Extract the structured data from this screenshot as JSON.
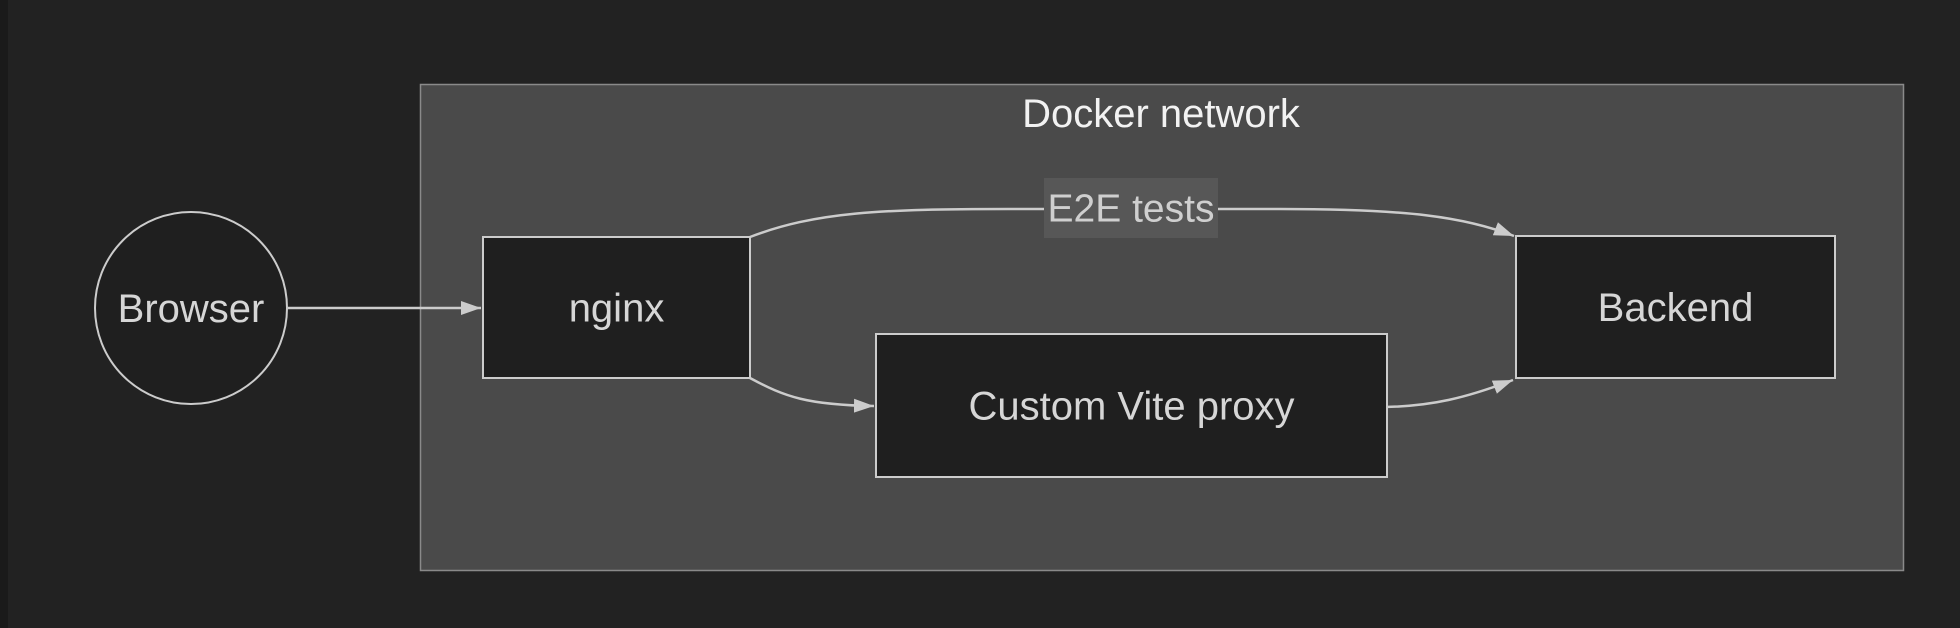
{
  "diagram": {
    "cluster_label": "Docker network",
    "edge_label": "E2E tests",
    "nodes": {
      "browser": "Browser",
      "nginx": "nginx",
      "vite": "Custom Vite proxy",
      "backend": "Backend"
    },
    "colors": {
      "page_bg": "#222222",
      "left_strip": "#1a1a1a",
      "cluster_fill": "#4a4a4a",
      "cluster_border": "#8a8a8a",
      "node_fill": "#1f1f1f",
      "node_border": "#cccccc",
      "edge": "#cccccc",
      "title_text": "#f2f2f2",
      "node_text": "#d6d6d6",
      "edge_label_bg": "#575757",
      "edge_label_text": "#cfcfcf"
    }
  }
}
